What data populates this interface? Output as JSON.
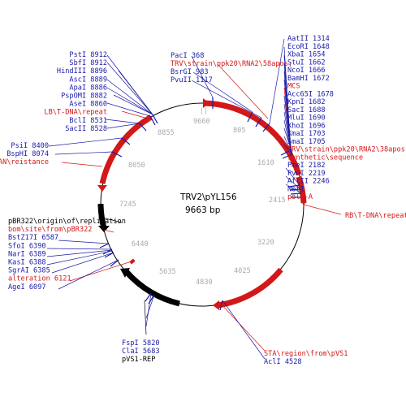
{
  "plasmid": {
    "name": "TRV2\\pYL156",
    "size_label": "9663 bp",
    "length_bp": 9663
  },
  "colors": {
    "enzyme": "#1a1aa8",
    "feature": "#d21818",
    "black_feature": "#000000",
    "ring": "#000000",
    "ticks": "#aaaaaa"
  },
  "ticks": [
    {
      "label": "9660"
    },
    {
      "label": "805"
    },
    {
      "label": "1610"
    },
    {
      "label": "2415"
    },
    {
      "label": "3220"
    },
    {
      "label": "4025"
    },
    {
      "label": "4830"
    },
    {
      "label": "5635"
    },
    {
      "label": "6440"
    },
    {
      "label": "7245"
    },
    {
      "label": "8050"
    },
    {
      "label": "8855"
    }
  ],
  "labels": {
    "left_top": [
      {
        "text": "PstI 8912",
        "kind": "enzyme"
      },
      {
        "text": "SbfI 8912",
        "kind": "enzyme"
      },
      {
        "text": "HindIII 8896",
        "kind": "enzyme"
      },
      {
        "text": "AscI 8889",
        "kind": "enzyme"
      },
      {
        "text": "ApaI 8886",
        "kind": "enzyme"
      },
      {
        "text": "PspOMI 8882",
        "kind": "enzyme"
      },
      {
        "text": "AseI 8860",
        "kind": "enzyme"
      },
      {
        "text": "LB\\T-DNA\\repeat",
        "kind": "feature"
      },
      {
        "text": "BclI 8531",
        "kind": "enzyme"
      },
      {
        "text": "SacII 8528",
        "kind": "enzyme"
      }
    ],
    "left_mid": [
      {
        "text": "PsiI 8400",
        "kind": "enzyme"
      },
      {
        "text": "BspHI 8074",
        "kind": "enzyme"
      },
      {
        "text": "KAN\\reistance",
        "kind": "feature"
      }
    ],
    "left_low": [
      {
        "text": "pBR322\\origin\\of\\replication",
        "kind": "black"
      },
      {
        "text": "bom\\site\\from\\pBR322",
        "kind": "feature"
      },
      {
        "text": "BstZ17I 6587",
        "kind": "enzyme"
      },
      {
        "text": "SfoI 6390",
        "kind": "enzyme"
      },
      {
        "text": "NarI 6389",
        "kind": "enzyme"
      },
      {
        "text": "KasI 6388",
        "kind": "enzyme"
      },
      {
        "text": "SgrAI 6385",
        "kind": "enzyme"
      },
      {
        "text": "alteration 6121",
        "kind": "feature"
      },
      {
        "text": "AgeI 6097",
        "kind": "enzyme"
      }
    ],
    "top_mid": [
      {
        "text": "PacI 368",
        "kind": "enzyme"
      },
      {
        "text": "TRV\\strain\\ppk20\\RNA2\\58apos;",
        "kind": "feature"
      },
      {
        "text": "BsrGI 983",
        "kind": "enzyme"
      },
      {
        "text": "PvuII 1117",
        "kind": "enzyme"
      }
    ],
    "right_top": [
      {
        "text": "AatII 1314",
        "kind": "enzyme"
      },
      {
        "text": "EcoRI 1648",
        "kind": "enzyme"
      },
      {
        "text": "XbaI 1654",
        "kind": "enzyme"
      },
      {
        "text": "StuI 1662",
        "kind": "enzyme"
      },
      {
        "text": "NcoI 1666",
        "kind": "enzyme"
      },
      {
        "text": "BamHI 1672",
        "kind": "enzyme"
      },
      {
        "text": "MCS",
        "kind": "feature"
      },
      {
        "text": "Acc65I 1678",
        "kind": "enzyme"
      },
      {
        "text": "KpnI 1682",
        "kind": "enzyme"
      },
      {
        "text": "SacI 1688",
        "kind": "enzyme"
      },
      {
        "text": "MluI 1690",
        "kind": "enzyme"
      },
      {
        "text": "XhoI 1696",
        "kind": "enzyme"
      },
      {
        "text": "XmaI 1703",
        "kind": "enzyme"
      },
      {
        "text": "SmaI 1705",
        "kind": "enzyme"
      },
      {
        "text": "TRV\\strain\\ppk20\\RNA2\\38apos;",
        "kind": "feature"
      },
      {
        "text": "synthetic\\sequence",
        "kind": "feature"
      },
      {
        "text": "PmeI 2182",
        "kind": "enzyme"
      },
      {
        "text": "PvuI 2219",
        "kind": "enzyme"
      },
      {
        "text": "AflII 2246",
        "kind": "enzyme"
      },
      {
        "text": "NotI",
        "kind": "enzyme"
      },
      {
        "text": "poly-A",
        "kind": "feature"
      }
    ],
    "right_rb": {
      "text": "RB\\T-DNA\\repeat",
      "kind": "feature"
    },
    "bottom_left": [
      {
        "text": "FspI 5820",
        "kind": "enzyme"
      },
      {
        "text": "ClaI 5683",
        "kind": "enzyme"
      },
      {
        "text": "pVS1-REP",
        "kind": "black"
      }
    ],
    "bottom_right": [
      {
        "text": "STA\\region\\from\\pVS1",
        "kind": "feature"
      },
      {
        "text": "AclI 4528",
        "kind": "enzyme"
      }
    ]
  }
}
